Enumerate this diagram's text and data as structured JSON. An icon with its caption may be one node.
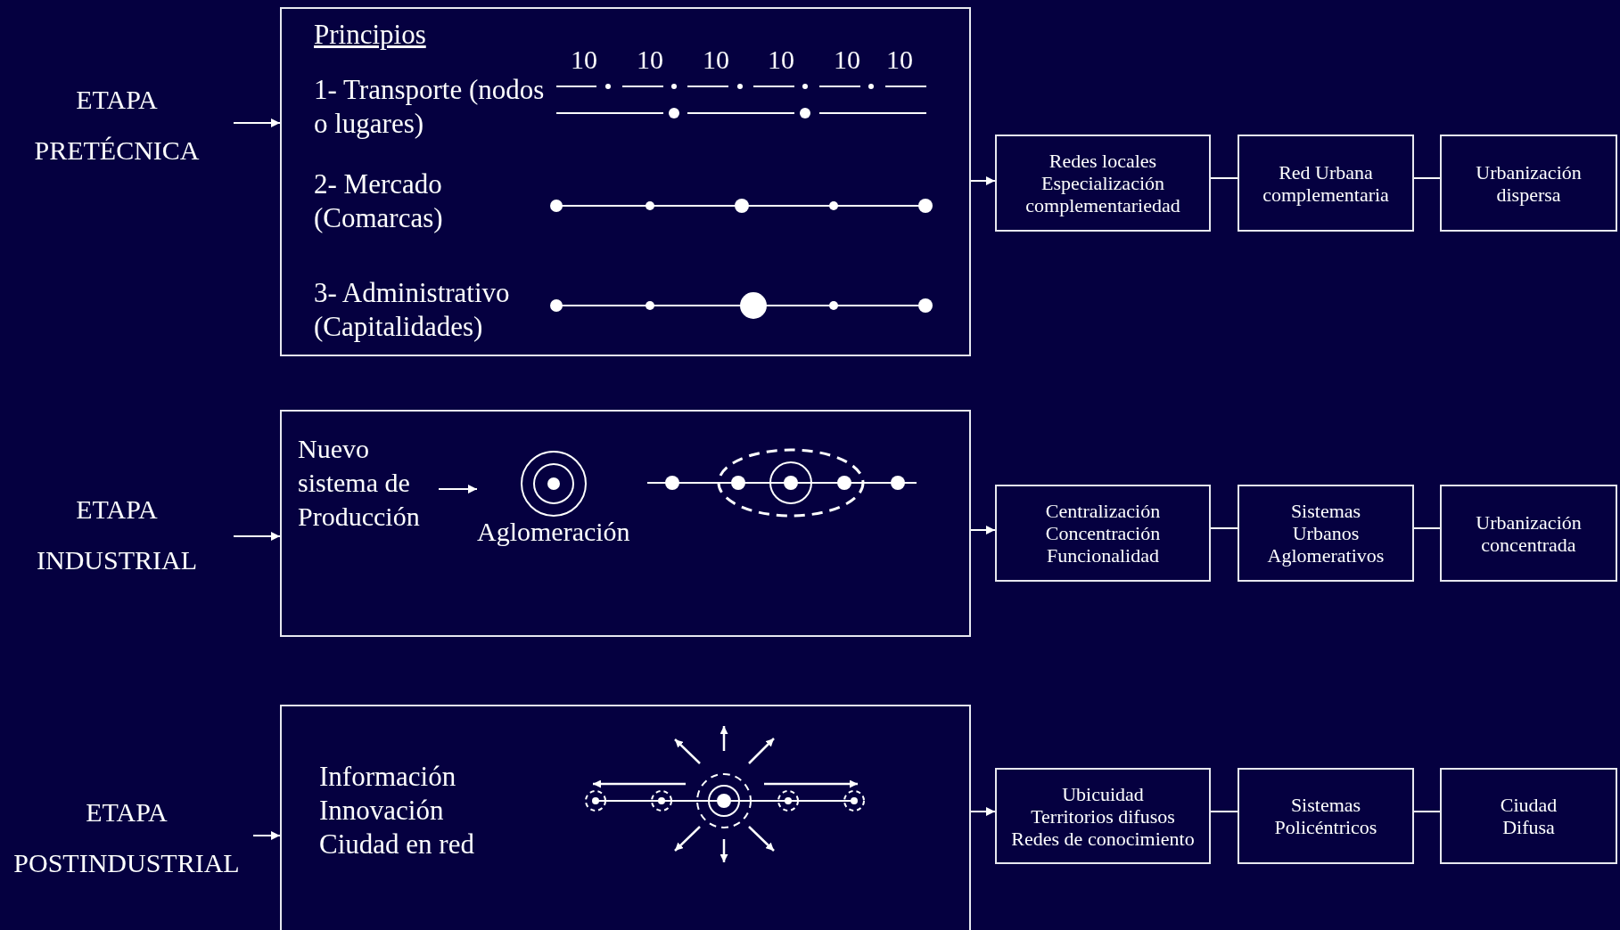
{
  "diagram": {
    "nodes": [
      {
        "text": [
          "ETAPA PRETÉCNICA"
        ]
      },
      {
        "text": [
          "Principios",
          "1- Transporte (nodos o lugares)",
          "2- Mercado (Comarcas)",
          "3- Administrativo (Capitalidades)"
        ]
      },
      {
        "text": [
          "Redes locales",
          "Especialización",
          "complementariedad"
        ]
      },
      {
        "text": [
          "Red Urbana complementaria"
        ]
      },
      {
        "text": [
          "Urbanización dispersa"
        ]
      },
      {
        "text": [
          "ETAPA INDUSTRIAL"
        ]
      },
      {
        "text": [],
        "shape": "box"
      },
      {
        "text": [
          "Nuevo sistema de Producción"
        ],
        "in": 6
      },
      {
        "text": [
          "Aglomeración"
        ],
        "in": 6
      },
      {
        "text": [
          "Centralización",
          "Concentración",
          "Funcionalidad"
        ]
      },
      {
        "text": [
          "Sistemas Urbanos Aglomerativos"
        ]
      },
      {
        "text": [
          "Urbanización concentrada"
        ]
      },
      {
        "text": [
          "ETAPA POSTINDUSTRIAL"
        ]
      },
      {
        "text": [
          "Información",
          "Innovación",
          "Ciudad en red"
        ]
      },
      {
        "text": [
          "Ubicuidad",
          "Territorios difusos",
          "Redes de conocimiento"
        ]
      },
      {
        "text": [
          "Sistemas Policéntricos"
        ]
      },
      {
        "text": [
          "Ciudad Difusa"
        ]
      }
    ],
    "edges": [
      {
        "from": 0,
        "to": 1,
        "arrow": "to"
      },
      {
        "from": 1,
        "to": 2,
        "arrow": "to"
      },
      {
        "from": 2,
        "to": 3,
        "arrow": "none"
      },
      {
        "from": 3,
        "to": 4,
        "arrow": "none"
      },
      {
        "from": 5,
        "to": 6,
        "arrow": "to"
      },
      {
        "from": 7,
        "to": 8,
        "arrow": "to"
      },
      {
        "from": 6,
        "to": 9,
        "arrow": "to"
      },
      {
        "from": 9,
        "to": 10,
        "arrow": "none"
      },
      {
        "from": 10,
        "to": 11,
        "arrow": "none"
      },
      {
        "from": 12,
        "to": 13,
        "arrow": "to"
      },
      {
        "from": 13,
        "to": 14,
        "arrow": "to"
      },
      {
        "from": 14,
        "to": 15,
        "arrow": "none"
      },
      {
        "from": 15,
        "to": 16,
        "arrow": "none"
      }
    ],
    "labels": [
      "10",
      "10",
      "10",
      "10",
      "10",
      "10"
    ]
  }
}
